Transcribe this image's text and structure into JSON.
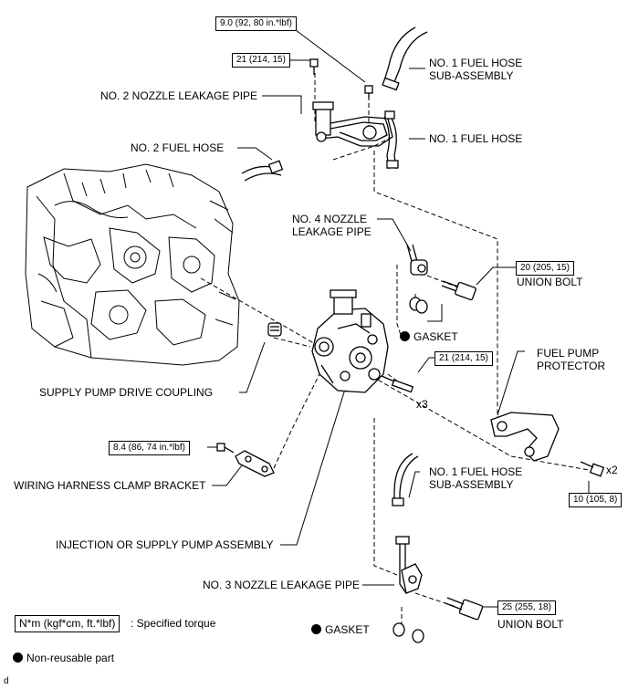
{
  "torque_boxes": {
    "t1": "9.0 (92, 80 in.*lbf)",
    "t2": "21 (214, 15)",
    "t3": "20 (205, 15)",
    "t4": "21 (214, 15)",
    "t5": "8.4 (86, 74 in.*lbf)",
    "t6": "10 (105, 8)",
    "t7": "25 (255, 18)"
  },
  "labels": {
    "fuel_hose_1_top_l1": "NO. 1 FUEL HOSE",
    "fuel_hose_1_top_l2": "SUB-ASSEMBLY",
    "no2_leak_pipe": "NO. 2 NOZZLE LEAKAGE PIPE",
    "no1_fuel_hose": "NO. 1 FUEL HOSE",
    "no2_fuel_hose": "NO. 2 FUEL HOSE",
    "no4_leak_l1": "NO. 4 NOZZLE",
    "no4_leak_l2": "LEAKAGE PIPE",
    "union_bolt_top": "UNION BOLT",
    "gasket_top": "GASKET",
    "x3": "x3",
    "fuel_pump_protector_l1": "FUEL PUMP",
    "fuel_pump_protector_l2": "PROTECTOR",
    "supply_coupling": "SUPPLY PUMP DRIVE COUPLING",
    "x2": "x2",
    "wiring_bracket": "WIRING HARNESS CLAMP BRACKET",
    "fuel_hose_1_bot_l1": "NO. 1 FUEL HOSE",
    "fuel_hose_1_bot_l2": "SUB-ASSEMBLY",
    "injection_pump": "INJECTION OR SUPPLY PUMP ASSEMBLY",
    "no3_leak_pipe": "NO. 3 NOZZLE LEAKAGE PIPE",
    "union_bolt_bot": "UNION BOLT",
    "gasket_bot": "GASKET"
  },
  "legend": {
    "torque_unit": "N*m (kgf*cm, ft.*lbf)",
    "torque_desc": ": Specified torque",
    "non_reusable": "Non-reusable part"
  },
  "footer": {
    "code": "d"
  }
}
